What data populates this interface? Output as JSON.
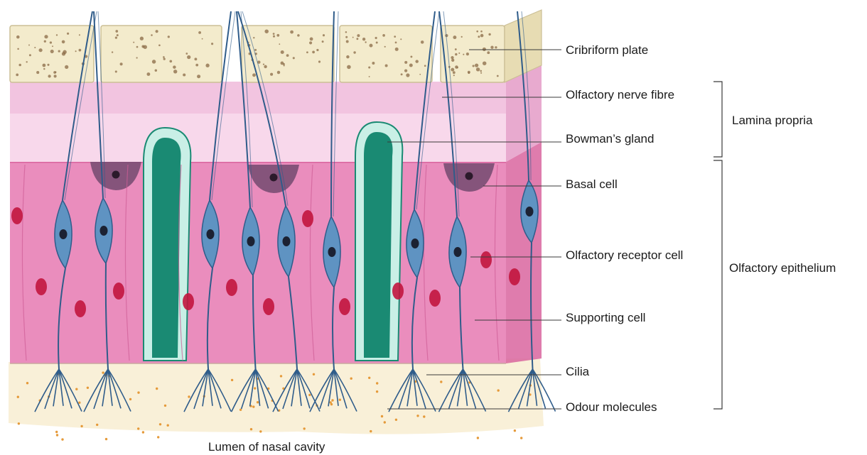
{
  "labels": {
    "cribriform_plate": "Cribriform plate",
    "olfactory_nerve_fibre": "Olfactory nerve fibre",
    "bowmans_gland": "Bowman’s gland",
    "basal_cell": "Basal cell",
    "olfactory_receptor_cell": "Olfactory receptor cell",
    "supporting_cell": "Supporting cell",
    "cilia": "Cilia",
    "odour_molecules": "Odour molecules",
    "lumen": "Lumen of nasal cavity"
  },
  "groups": {
    "lamina_propria": "Lamina propria",
    "olfactory_epithelium": "Olfactory epithelium"
  },
  "colors": {
    "bone": "#f3ebcc",
    "bone_dots": "#8a6a45",
    "lamina_propria": "#f2c4e0",
    "epithelium": "#ea8dbd",
    "epithelium_dark": "#d9659f",
    "receptor_cell": "#5f93c2",
    "nerve_fibre": "#2f5c8a",
    "gland": "#1a8a73",
    "gland_border": "#c9efe6",
    "basal_cell": "#7a4e73",
    "nucleus_red": "#c2153e",
    "mucus": "#f6e9c8",
    "odour_dot": "#e59a3a"
  }
}
